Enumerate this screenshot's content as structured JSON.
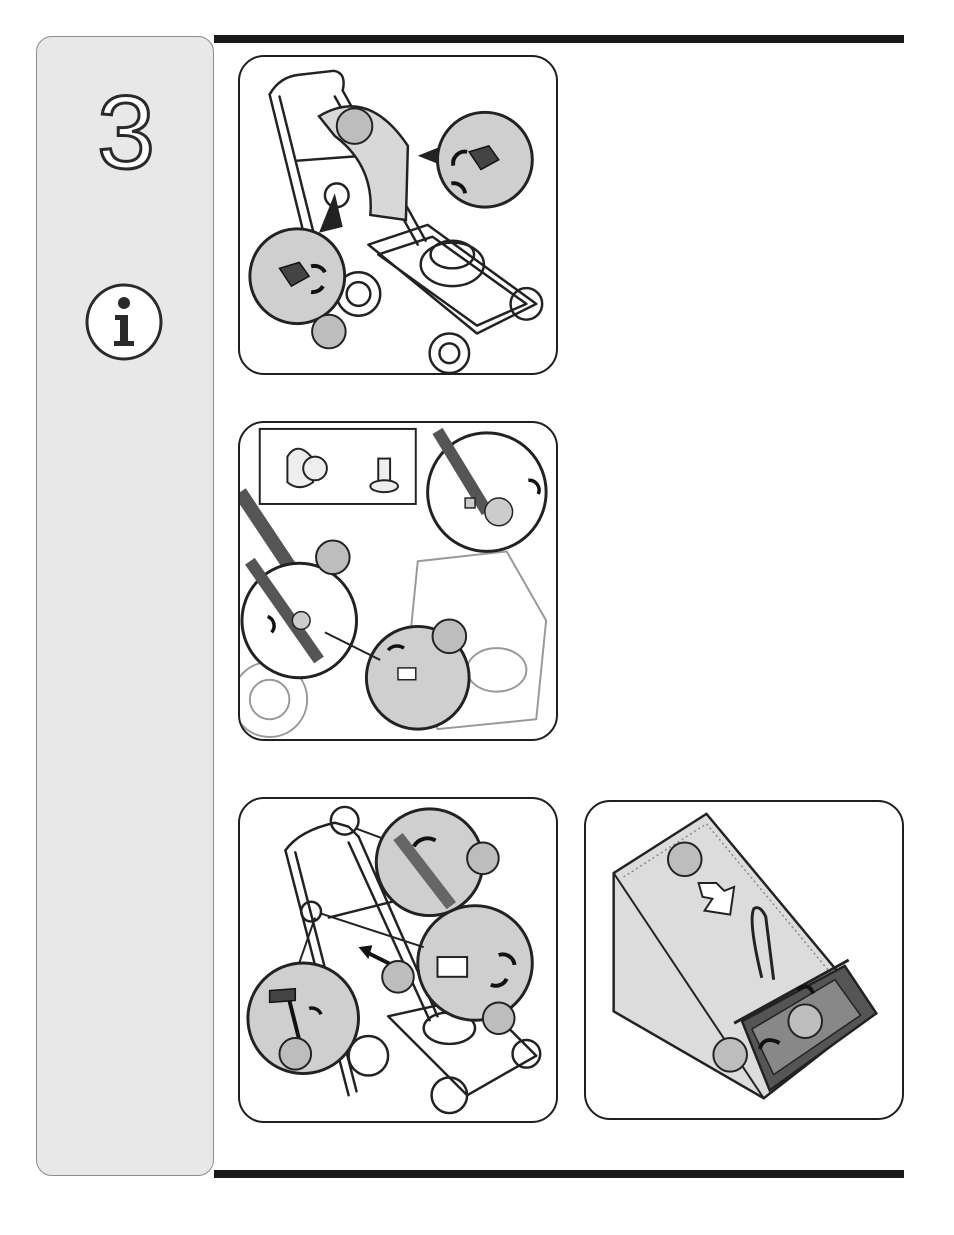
{
  "step": {
    "number": "3"
  },
  "icons": {
    "info": "info-icon",
    "rotate": "rotate-arrow-icon",
    "push": "push-arrow-icon"
  },
  "colors": {
    "sidebar_bg": "#e8e8e8",
    "rule": "#1a1a1a",
    "panel_border": "#1f1f1f",
    "callout_fill": "#c8c8c8",
    "bag_fill": "#dcdcdc"
  },
  "panels": [
    {
      "id": "handle-assembly"
    },
    {
      "id": "handle-bolt-hardware"
    },
    {
      "id": "starter-rope-and-handle-lock"
    },
    {
      "id": "grass-bag-attach"
    }
  ]
}
